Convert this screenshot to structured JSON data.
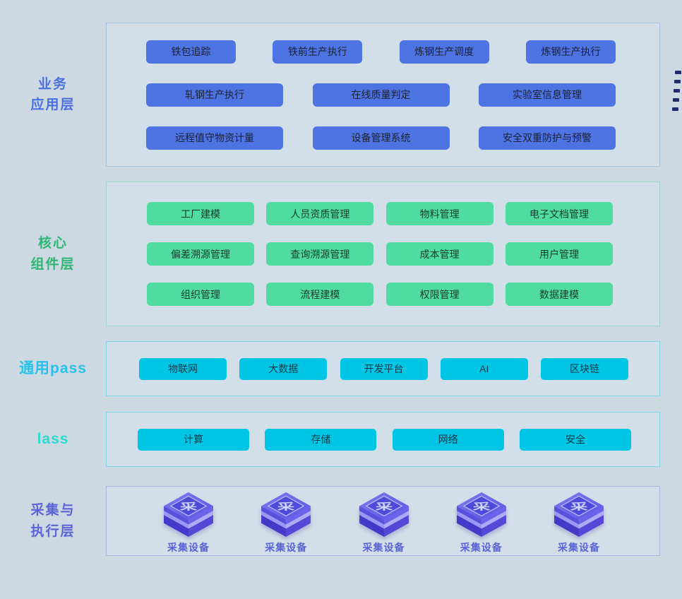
{
  "page": {
    "background": "#cdd9e2",
    "panel_background": "#d3dfe8"
  },
  "decoration": {
    "edge_dashes": {
      "count": 5,
      "color": "#1e2d6e"
    }
  },
  "layers": [
    {
      "id": "business-apps",
      "label_lines": [
        "业务",
        "应用层"
      ],
      "label_color": "#4a6fe0",
      "border_color": "#a4bfe0",
      "button_color": "#4e73e2",
      "button_text_color": "#1a2233",
      "rows": [
        [
          "铁包追踪",
          "铁前生产执行",
          "炼钢生产调度",
          "炼钢生产执行"
        ],
        [
          "轧钢生产执行",
          "在线质量判定",
          "实验室信息管理"
        ],
        [
          "远程值守物资计量",
          "设备管理系统",
          "安全双重防护与预警"
        ]
      ]
    },
    {
      "id": "core-components",
      "label_lines": [
        "核心",
        "组件层"
      ],
      "label_color": "#2fb573",
      "border_color": "#9cd9c2",
      "button_color": "#50dba0",
      "button_text_color": "#153c30",
      "rows": [
        [
          "工厂建模",
          "人员资质管理",
          "物料管理",
          "电子文档管理"
        ],
        [
          "偏差溯源管理",
          "查询溯源管理",
          "成本管理",
          "用户管理"
        ],
        [
          "组织管理",
          "流程建模",
          "权限管理",
          "数据建模"
        ]
      ]
    },
    {
      "id": "general-paas",
      "label_lines": [
        "通用pass"
      ],
      "label_color": "#29c1e9",
      "border_color": "#82d2e6",
      "button_color": "#00c6e6",
      "button_text_color": "#0e3947",
      "rows": [
        [
          "物联网",
          "大数据",
          "开发平台",
          "AI",
          "区块链"
        ]
      ]
    },
    {
      "id": "iaas",
      "label_lines": [
        "lass"
      ],
      "label_color": "#2ed9cf",
      "border_color": "#82d2e6",
      "button_color": "#00c6e6",
      "button_text_color": "#0e3947",
      "rows": [
        [
          "计算",
          "存储",
          "网络",
          "安全"
        ]
      ]
    },
    {
      "id": "collect-execute",
      "label_lines": [
        "采集与",
        "执行层"
      ],
      "label_color": "#5a64d8",
      "border_color": "#a9b4df",
      "device_glyph": "采",
      "device_label_color": "#5a64d8",
      "devices": [
        "采集设备",
        "采集设备",
        "采集设备",
        "采集设备",
        "采集设备"
      ]
    }
  ]
}
